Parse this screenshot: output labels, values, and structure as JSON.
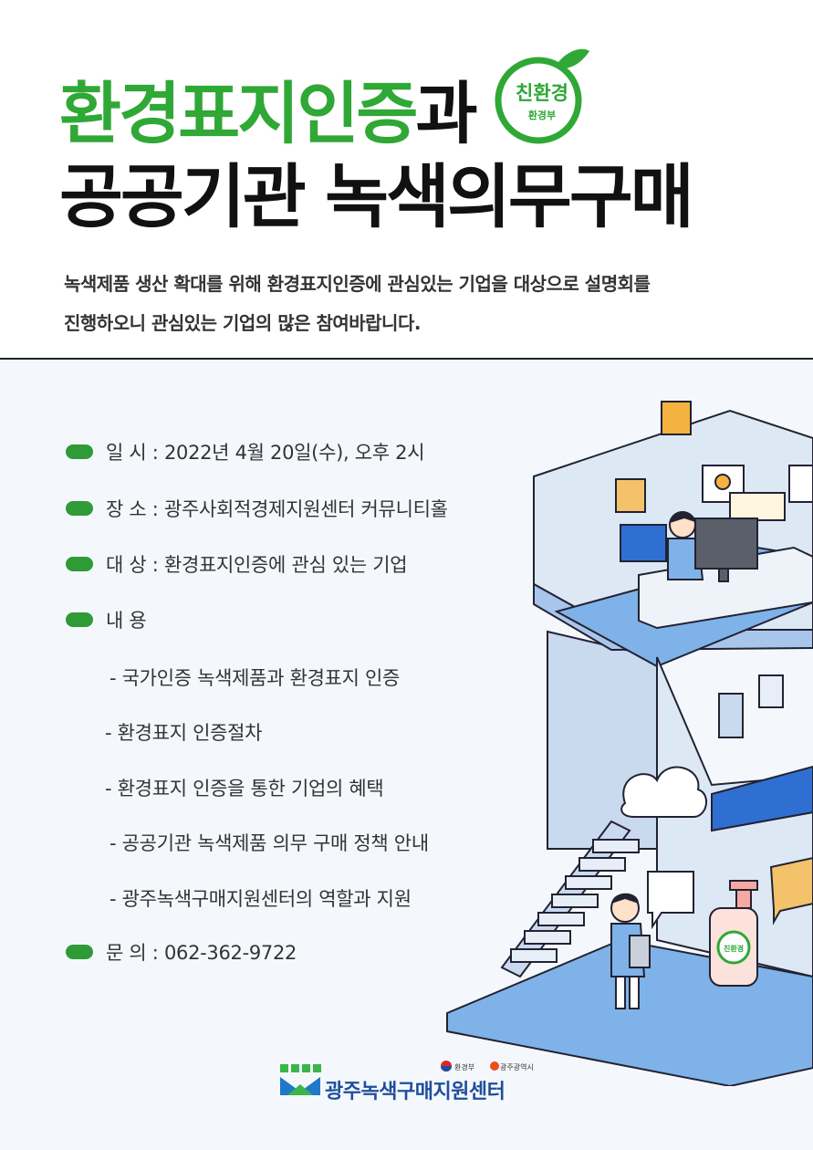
{
  "header": {
    "title_line1_green": "환경표지인증",
    "title_line1_black": "과",
    "title_line2": "공공기관 녹색의무구매",
    "description_line1": "녹색제품 생산 확대를 위해 환경표지인증에 관심있는 기업을 대상으로 설명회를",
    "description_line2": "진행하오니 관심있는 기업의 많은 참여바랍니다."
  },
  "eco_logo": {
    "main_text": "친환경",
    "sub_text": "환경부",
    "color": "#2fa836"
  },
  "details": {
    "date": "일 시 : 2022년 4월 20일(수), 오후 2시",
    "place": "장 소 : 광주사회적경제지원센터 커뮤니티홀",
    "target": "대 상 : 환경표지인증에 관심 있는 기업",
    "content_label": "내 용",
    "content_items": [
      "- 국가인증 녹색제품과 환경표지 인증",
      "- 환경표지 인증절차",
      "- 환경표지 인증을 통한 기업의 혜택",
      "- 공공기관 녹색제품 의무 구매 정책 안내",
      "- 광주녹색구매지원센터의 역할과 지원"
    ],
    "contact": "문 의 : 062-362-9722",
    "bullet_color": "#2e9b37"
  },
  "illustration": {
    "bottle_label": "친환경"
  },
  "footer": {
    "center_name": "광주녹색구매지원센터",
    "partner1": "환경부",
    "partner2": "광주광역시"
  }
}
